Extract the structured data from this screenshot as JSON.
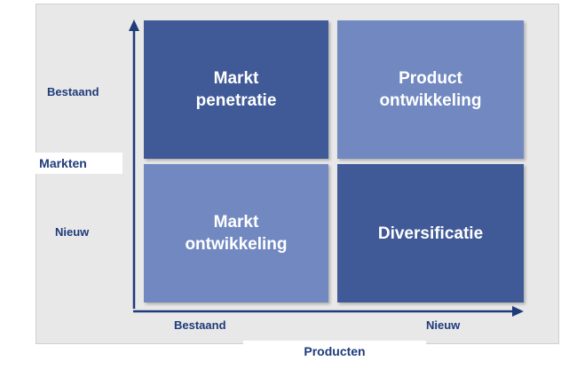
{
  "matrix": {
    "cells": {
      "top_left": "Markt\npenetratie",
      "top_right": "Product\nontwikkeling",
      "bottom_left": "Markt\nontwikkeling",
      "bottom_right": "Diversificatie"
    },
    "rows": {
      "top": "Bestaand",
      "bottom": "Nieuw"
    },
    "columns": {
      "left": "Bestaand",
      "right": "Nieuw"
    },
    "y_axis_title": "Markten",
    "x_axis_title": "Producten"
  },
  "colors": {
    "dark_cell": "#3f5a96",
    "light_cell": "#7189c0",
    "axis": "#1f3b7a"
  }
}
